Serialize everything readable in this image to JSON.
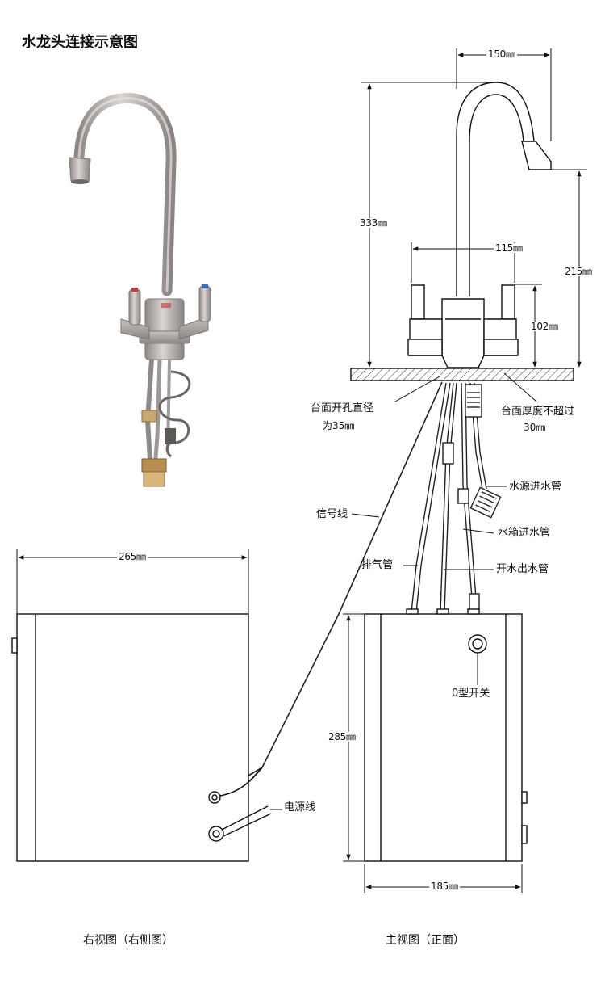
{
  "title": "水龙头连接示意图",
  "dimensions": {
    "faucet_reach": "150㎜",
    "faucet_height": "333㎜",
    "spout_height": "215㎜",
    "handle_span": "115㎜",
    "handle_height": "102㎜",
    "tank_depth": "265㎜",
    "tank_height": "285㎜",
    "tank_width": "185㎜"
  },
  "labels": {
    "hole_diameter_line1": "台面开孔直径",
    "hole_diameter_line2": "为35㎜",
    "counter_thickness_line1": "台面厚度不超过",
    "counter_thickness_line2": "30㎜",
    "water_inlet": "水源进水管",
    "signal_wire": "信号线",
    "tank_inlet": "水箱进水管",
    "vent_pipe": "排气管",
    "boiling_outlet": "开水出水管",
    "o_switch": "0型开关",
    "power_cord": "电源线"
  },
  "captions": {
    "side_view": "右视图（右侧图）",
    "front_view": "主视图（正面）"
  }
}
